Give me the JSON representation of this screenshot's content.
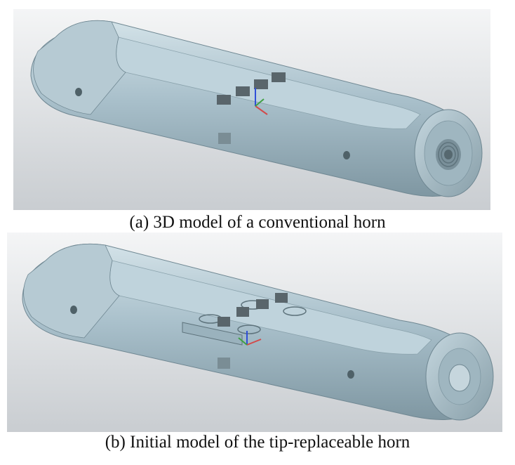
{
  "figure": {
    "panels": [
      {
        "id": "a",
        "caption": "(a) 3D model of a conventional horn"
      },
      {
        "id": "b",
        "caption": "(b) Initial model of the tip-replaceable horn"
      }
    ]
  },
  "colors": {
    "background_gradient_top": "#f4f5f6",
    "background_gradient_bottom": "#c9cdd1",
    "horn_body": "#a9c0cb",
    "horn_highlight": "#d3e2e8",
    "horn_shadow": "#7f97a2",
    "triad_x": "#d24a4a",
    "triad_y": "#3fa043",
    "triad_z": "#2f4fd8"
  },
  "icons": [
    "coordinate-triad-icon",
    "sensor-block-icon",
    "threaded-hole-icon"
  ]
}
